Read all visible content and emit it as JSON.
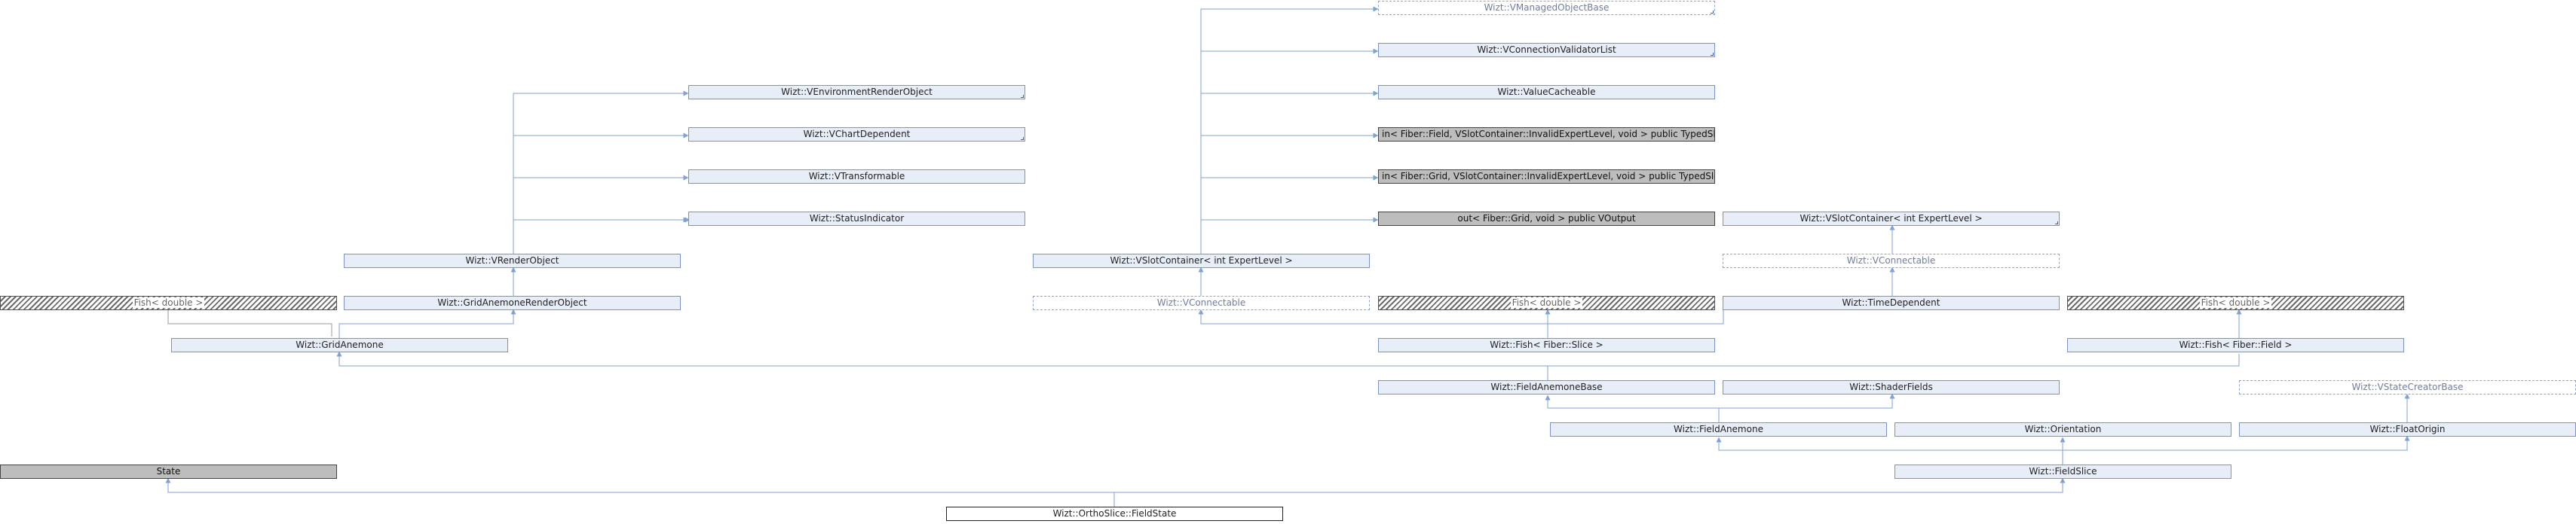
{
  "diagram": {
    "nodes": {
      "v_managed_object_base": "Wizt::VManagedObjectBase",
      "v_connection_validator_list": "Wizt::VConnectionValidatorList",
      "value_cacheable": "Wizt::ValueCacheable",
      "in_fiber_field_slot": "in< Fiber::Field, VSlotContainer::InvalidExpertLevel, void > public TypedSlot",
      "in_fiber_grid_slot": "in< Fiber::Grid, VSlotContainer::InvalidExpertLevel, void > public TypedSlot",
      "out_fiber_grid": "out< Fiber::Grid, void > public VOutput",
      "v_environment_render_object": "Wizt::VEnvironmentRenderObject",
      "v_chart_dependent": "Wizt::VChartDependent",
      "v_transformable": "Wizt::VTransformable",
      "status_indicator": "Wizt::StatusIndicator",
      "v_render_object": "Wizt::VRenderObject",
      "v_slot_container_left": "Wizt::VSlotContainer< int ExpertLevel >",
      "v_slot_container_right": "Wizt::VSlotContainer< int ExpertLevel >",
      "v_connectable_right": "Wizt::VConnectable",
      "fish_double_left": "Fish< double >",
      "grid_anemone_render_object": "Wizt::GridAnemoneRenderObject",
      "v_connectable_mid": "Wizt::VConnectable",
      "fish_double_mid": "Fish< double >",
      "time_dependent": "Wizt::TimeDependent",
      "fish_double_right": "Fish< double >",
      "grid_anemone": "Wizt::GridAnemone",
      "fish_fiber_slice": "Wizt::Fish< Fiber::Slice >",
      "fish_fiber_field": "Wizt::Fish< Fiber::Field >",
      "field_anemone_base": "Wizt::FieldAnemoneBase",
      "shader_fields": "Wizt::ShaderFields",
      "v_state_creator_base": "Wizt::VStateCreatorBase",
      "field_anemone": "Wizt::FieldAnemone",
      "orientation": "Wizt::Orientation",
      "float_origin": "Wizt::FloatOrigin",
      "state": "State",
      "field_slice": "Wizt::FieldSlice",
      "ortho_slice_field_state": "Wizt::OrthoSlice::FieldState"
    },
    "colors": {
      "node_fill": "#e8eef7",
      "node_border": "#7b95c7",
      "edge": "#7fa0d8",
      "edge_gray": "#999999",
      "external_fill": "#bdbdbd"
    }
  }
}
